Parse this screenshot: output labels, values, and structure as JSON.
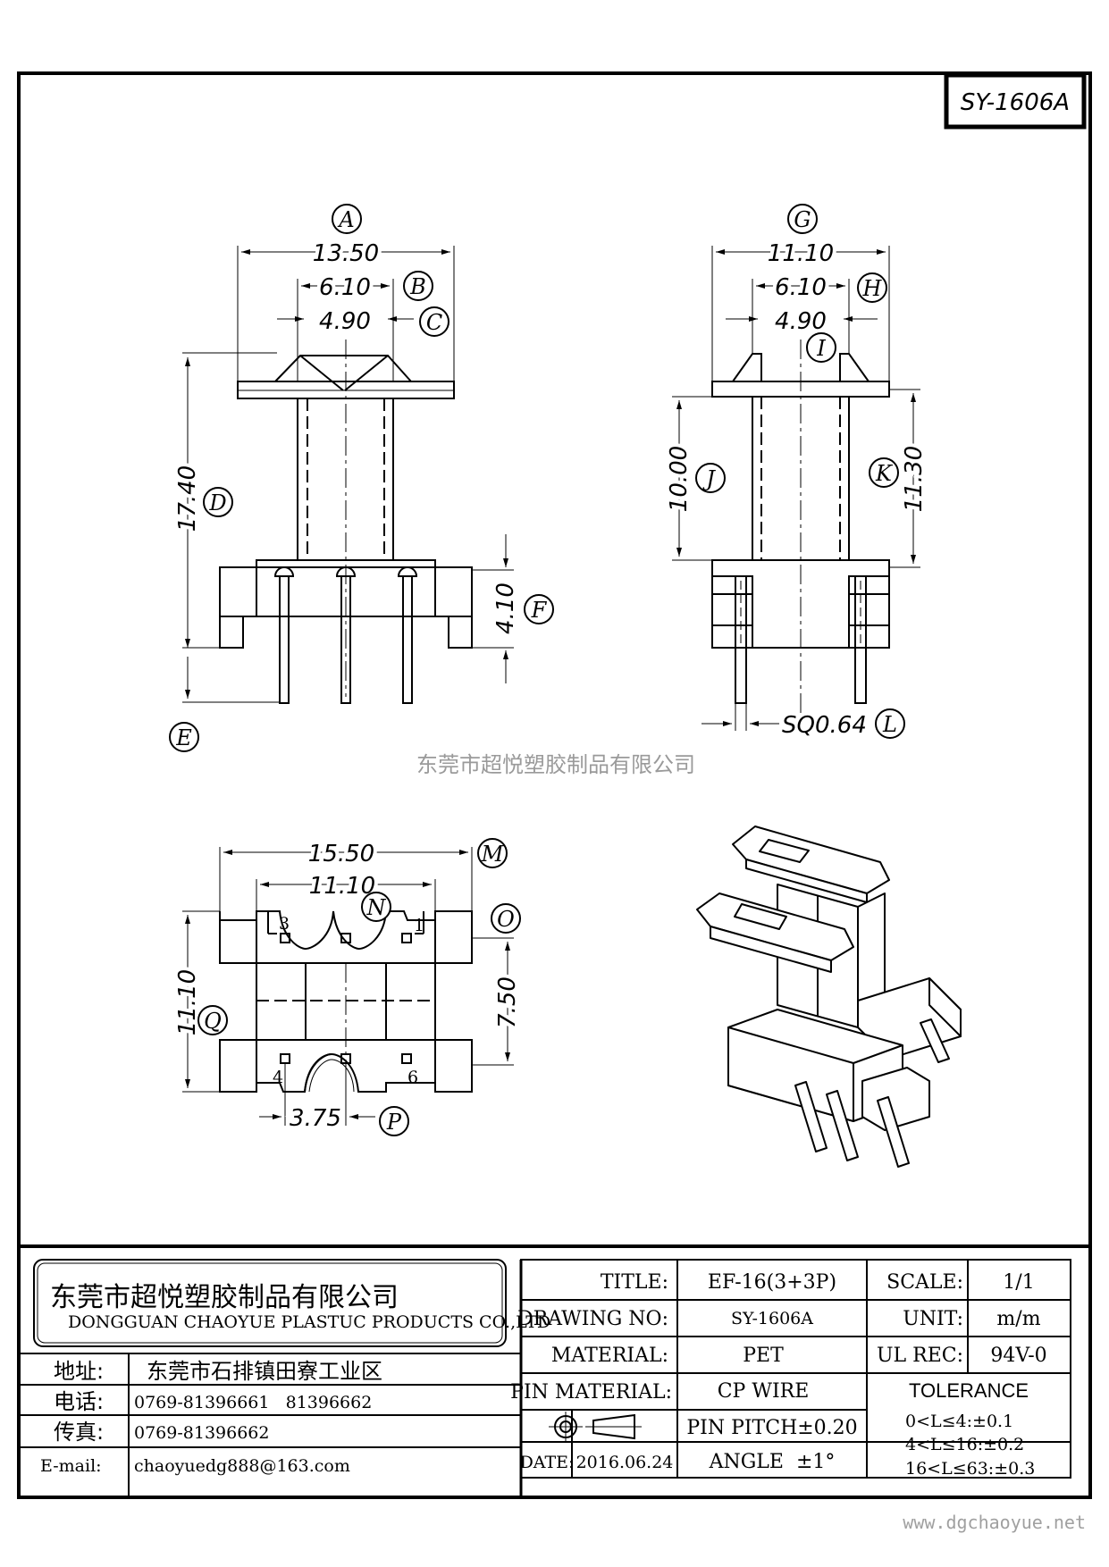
{
  "part_no": "SY-1606A",
  "watermark": "东莞市超悦塑胶制品有限公司",
  "website": "www.dgchaoyue.net",
  "front_view": {
    "dims": {
      "a": "13.50",
      "b": "6.10",
      "c": "4.90",
      "d": "17.40",
      "f": "4.10"
    },
    "labels": {
      "a": "A",
      "b": "B",
      "c": "C",
      "d": "D",
      "e": "E",
      "f": "F"
    }
  },
  "side_view": {
    "dims": {
      "g": "11.10",
      "h": "6.10",
      "i": "4.90",
      "j": "10.00",
      "k": "11.30",
      "l": "SQ0.64"
    },
    "labels": {
      "g": "G",
      "h": "H",
      "i": "I",
      "j": "J",
      "k": "K",
      "l": "L"
    }
  },
  "bottom_view": {
    "dims": {
      "m": "15.50",
      "n": "11.10",
      "o": "7.50",
      "q": "11.10",
      "p": "3.75"
    },
    "labels": {
      "m": "M",
      "n": "N",
      "o": "O",
      "p": "P",
      "q": "Q"
    },
    "pins": {
      "p3": "3",
      "p1": "1",
      "p4": "4",
      "p6": "6"
    }
  },
  "title_block": {
    "company_cn": "东莞市超悦塑胶制品有限公司",
    "company_en": "DONGGUAN CHAOYUE PLASTUC PRODUCTS CO.,LTD",
    "address_label": "地址:",
    "address_value": "东莞市石排镇田寮工业区",
    "tel_label": "电话:",
    "tel_value": "0769-81396661   81396662",
    "fax_label": "传真:",
    "fax_value": "0769-81396662",
    "email_label": "E-mail:",
    "email_value": "chaoyuedg888@163.com",
    "title_label": "TITLE:",
    "title_value": "EF-16(3+3P)",
    "drawing_no_label": "DRAWING NO:",
    "drawing_no_value": "SY-1606A",
    "material_label": "MATERIAL:",
    "material_value": "PET",
    "pin_material_label": "PIN MATERIAL:",
    "pin_material_value": "CP WIRE",
    "date_label": "DATE:",
    "date_value": "2016.06.24",
    "pin_pitch": "PIN PITCH±0.20",
    "angle": "ANGLE  ±1°",
    "scale_label": "SCALE:",
    "scale_value": "1/1",
    "unit_label": "UNIT:",
    "unit_value": "m/m",
    "ul_rec_label": "UL REC:",
    "ul_rec_value": "94V-0",
    "tolerance_label": "TOLERANCE",
    "tolerance_1": "0<L≤4:±0.1",
    "tolerance_2": "4<L≤16:±0.2",
    "tolerance_3": "16<L≤63:±0.3"
  }
}
